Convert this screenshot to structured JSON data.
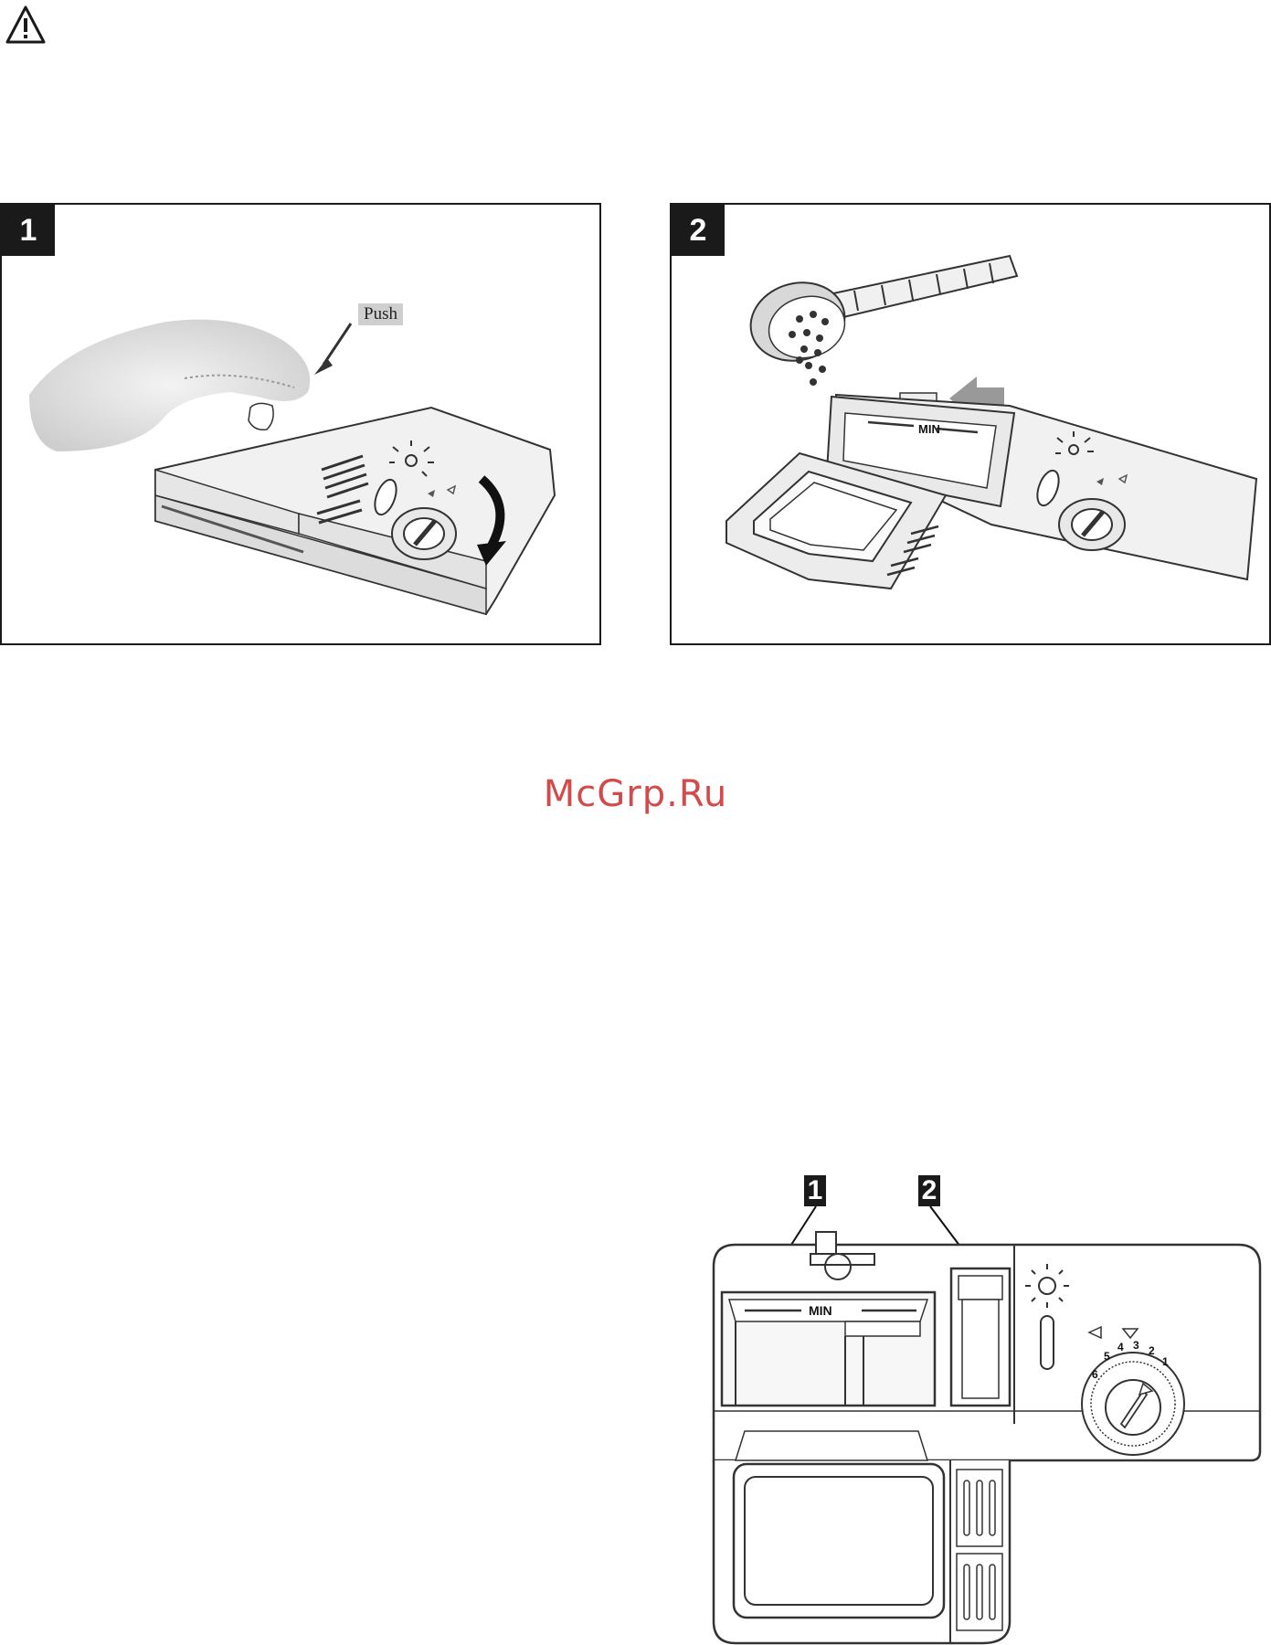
{
  "figure1": {
    "badge": "1",
    "push_label": "Push"
  },
  "figure2": {
    "badge": "2",
    "min_label": "MIN"
  },
  "figure3": {
    "callout1": "1",
    "callout2": "2",
    "min_label": "MIN",
    "dial_numbers": [
      "6",
      "5",
      "4",
      "3",
      "2",
      "1"
    ]
  },
  "watermark": "McGrp.Ru",
  "icons": {
    "warning": "warning-triangle-icon"
  }
}
